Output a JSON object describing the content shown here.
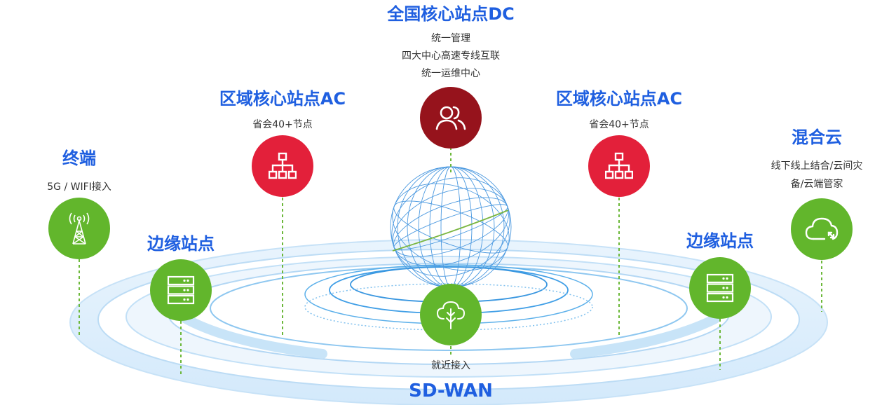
{
  "nodes": {
    "national_dc": {
      "title": "全国核心站点DC",
      "lines": [
        "统一管理",
        "四大中心高速专线互联",
        "统一运维中心"
      ],
      "icon": "users-icon"
    },
    "regional_left": {
      "title": "区域核心站点AC",
      "desc": "省会40+节点",
      "icon": "hierarchy-icon"
    },
    "regional_right": {
      "title": "区域核心站点AC",
      "desc": "省会40+节点",
      "icon": "hierarchy-icon"
    },
    "terminal": {
      "title": "终端",
      "desc": "5G / WIFI接入",
      "icon": "signal-tower-icon"
    },
    "edge_left": {
      "title": "边缘站点",
      "icon": "server-icon"
    },
    "edge_right": {
      "title": "边缘站点",
      "icon": "server-icon"
    },
    "hybrid_cloud": {
      "title": "混合云",
      "lines": [
        "线下线上结合/云间灾",
        "备/云端管家"
      ],
      "icon": "cloud-icon"
    },
    "nearby_access": {
      "desc": "就近接入",
      "icon": "cloud-tree-icon"
    }
  },
  "bottom_label": "SD-WAN",
  "colors": {
    "title_blue": "#1f5fe0",
    "red": "#e3203a",
    "dark_red": "#96131c",
    "green": "#62b62c",
    "ring_blue": "#4aa6e8"
  }
}
